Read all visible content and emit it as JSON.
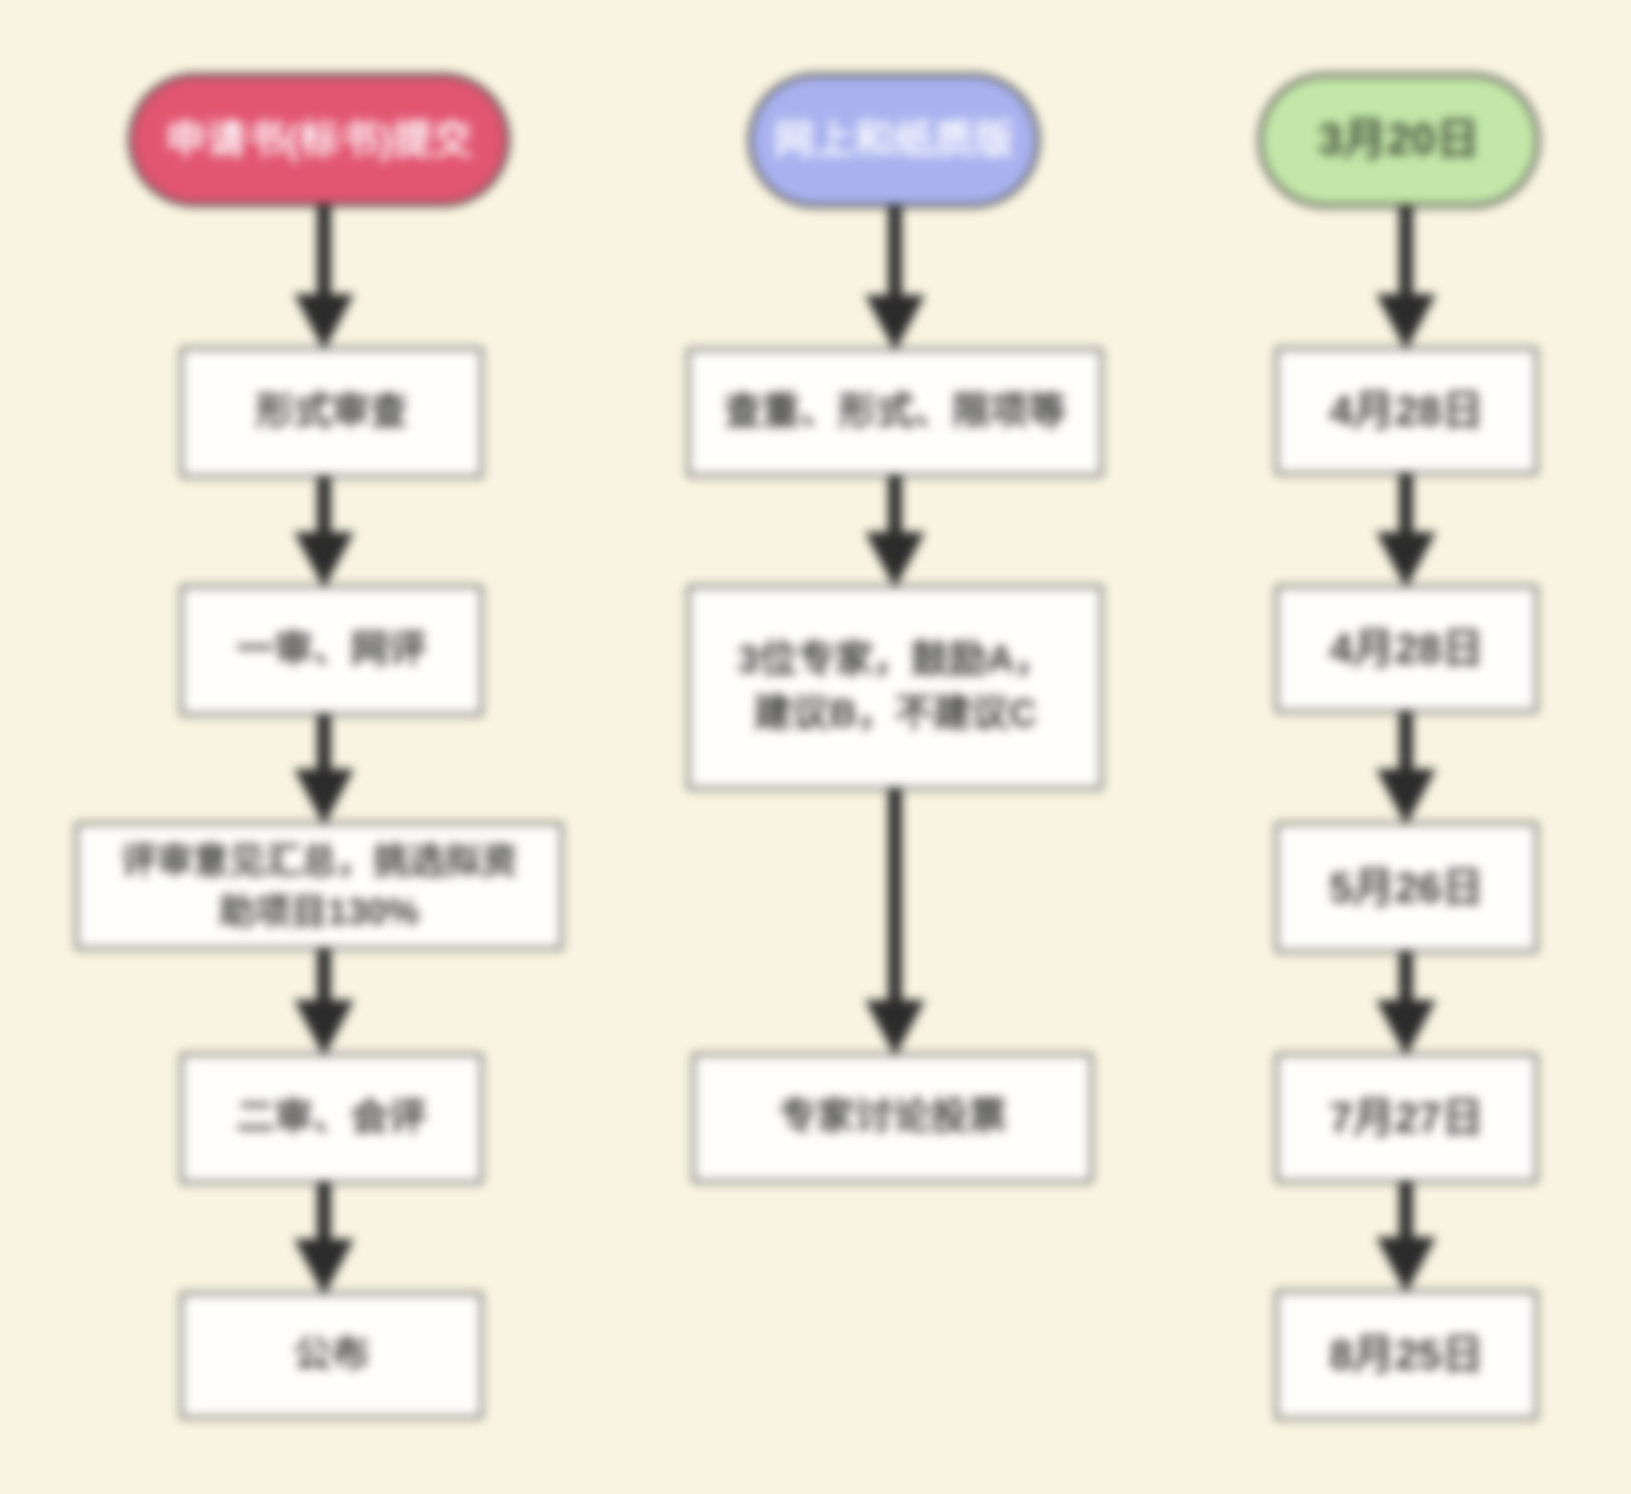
{
  "palette": {
    "background": "#f9f4e1",
    "submission_header_bg": "#e25672",
    "online_paper_header_bg": "#a9b2ef",
    "date_header_bg": "#c3e7a8",
    "date_header_text": "#3f4a38",
    "header_text": "#ffffff",
    "box_bg": "#fffefb",
    "box_border": "#555555",
    "box_text": "#3b3b3b",
    "arrow_color": "#2b2b2b"
  },
  "columns": [
    {
      "id": "submission-process",
      "header": "申请书(标书)提交",
      "steps": [
        "形式审查",
        "一审、网评",
        "评审意见汇总，挑选拟资\n助项目130%",
        "二审、会评",
        "公布"
      ]
    },
    {
      "id": "review-details",
      "header": "网上和纸质版",
      "steps": [
        "查重、形式、限项等",
        "3位专家，鼓励A，\n建议B，不建议C",
        "专家讨论投票"
      ]
    },
    {
      "id": "timeline",
      "header": "3月20日",
      "steps": [
        "4月28日",
        "4月28日",
        "5月26日",
        "7月27日",
        "8月25日"
      ]
    }
  ]
}
